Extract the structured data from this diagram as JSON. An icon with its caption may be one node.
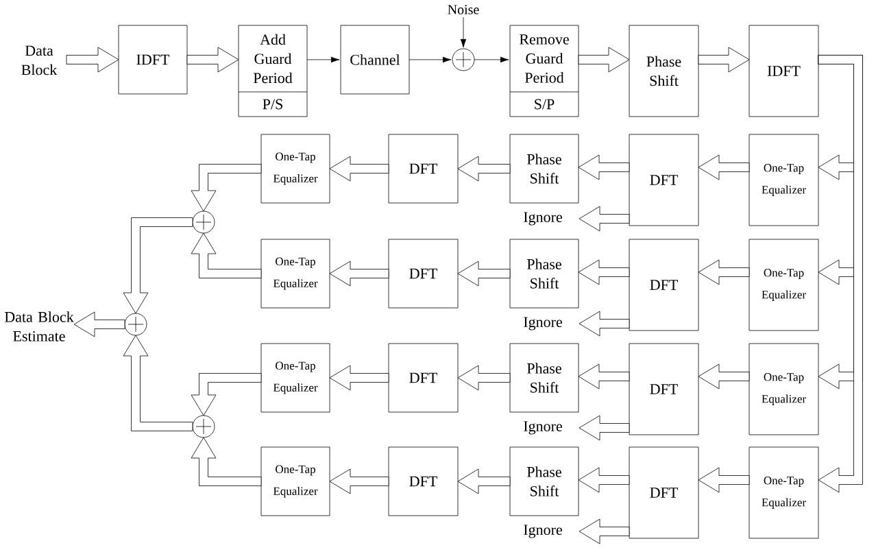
{
  "diagram": {
    "nodes": [
      {
        "text": [
          "Data Block"
        ]
      },
      {
        "text": [
          "IDFT"
        ]
      },
      {
        "text": [
          "Add Guard Period",
          "P/S"
        ]
      },
      {
        "text": [
          "Channel"
        ]
      },
      {
        "text": [],
        "shape": "circle"
      },
      {
        "text": [
          "Noise"
        ]
      },
      {
        "text": [
          "Remove Guard Period",
          "S/P"
        ]
      },
      {
        "text": [
          "Phase Shift"
        ]
      },
      {
        "text": [
          "IDFT"
        ]
      },
      {
        "text": [
          "One-Tap Equalizer"
        ]
      },
      {
        "text": [
          "DFT"
        ]
      },
      {
        "text": [
          "Phase Shift"
        ]
      },
      {
        "text": [
          "Ignore"
        ]
      },
      {
        "text": [
          "DFT"
        ]
      },
      {
        "text": [
          "One-Tap Equalizer"
        ]
      },
      {
        "text": [
          "One-Tap Equalizer"
        ]
      },
      {
        "text": [
          "DFT"
        ]
      },
      {
        "text": [
          "Phase Shift"
        ]
      },
      {
        "text": [
          "Ignore"
        ]
      },
      {
        "text": [
          "DFT"
        ]
      },
      {
        "text": [
          "One-Tap Equalizer"
        ]
      },
      {
        "text": [
          "One-Tap Equalizer"
        ]
      },
      {
        "text": [
          "DFT"
        ]
      },
      {
        "text": [
          "Phase Shift"
        ]
      },
      {
        "text": [
          "Ignore"
        ]
      },
      {
        "text": [
          "DFT"
        ]
      },
      {
        "text": [
          "One-Tap Equalizer"
        ]
      },
      {
        "text": [
          "One-Tap Equalizer"
        ]
      },
      {
        "text": [
          "DFT"
        ]
      },
      {
        "text": [
          "Phase Shift"
        ]
      },
      {
        "text": [
          "Ignore"
        ]
      },
      {
        "text": [
          "DFT"
        ]
      },
      {
        "text": [
          "One-Tap Equalizer"
        ]
      },
      {
        "text": [],
        "shape": "circle"
      },
      {
        "text": [],
        "shape": "circle"
      },
      {
        "text": [],
        "shape": "circle"
      },
      {
        "text": [
          "Data Block Estimate"
        ]
      }
    ],
    "edges": [
      {
        "from": 0,
        "to": 1,
        "arrow": "to",
        "style": "thick"
      },
      {
        "from": 1,
        "to": 2,
        "arrow": "to",
        "style": "thick"
      },
      {
        "from": 2,
        "to": 3,
        "arrow": "to"
      },
      {
        "from": 3,
        "to": 4,
        "arrow": "to"
      },
      {
        "from": 5,
        "to": 4,
        "arrow": "to"
      },
      {
        "from": 4,
        "to": 6,
        "arrow": "to"
      },
      {
        "from": 6,
        "to": 7,
        "arrow": "to",
        "style": "thick"
      },
      {
        "from": 7,
        "to": 8,
        "arrow": "to",
        "style": "thick"
      },
      {
        "from": 8,
        "to": 9,
        "arrow": "to",
        "style": "thick"
      },
      {
        "from": 9,
        "to": 10,
        "arrow": "to",
        "style": "thick"
      },
      {
        "from": 10,
        "to": 11,
        "arrow": "to",
        "style": "thick"
      },
      {
        "from": 10,
        "to": 12,
        "arrow": "to",
        "style": "thick"
      },
      {
        "from": 11,
        "to": 13,
        "arrow": "to",
        "style": "thick"
      },
      {
        "from": 13,
        "to": 14,
        "arrow": "to",
        "style": "thick"
      },
      {
        "from": 14,
        "to": 33,
        "arrow": "to",
        "style": "thick"
      },
      {
        "from": 8,
        "to": 15,
        "arrow": "to",
        "style": "thick"
      },
      {
        "from": 15,
        "to": 16,
        "arrow": "to",
        "style": "thick"
      },
      {
        "from": 16,
        "to": 17,
        "arrow": "to",
        "style": "thick"
      },
      {
        "from": 16,
        "to": 18,
        "arrow": "to",
        "style": "thick"
      },
      {
        "from": 17,
        "to": 19,
        "arrow": "to",
        "style": "thick"
      },
      {
        "from": 19,
        "to": 20,
        "arrow": "to",
        "style": "thick"
      },
      {
        "from": 20,
        "to": 33,
        "arrow": "to",
        "style": "thick"
      },
      {
        "from": 8,
        "to": 21,
        "arrow": "to",
        "style": "thick"
      },
      {
        "from": 21,
        "to": 22,
        "arrow": "to",
        "style": "thick"
      },
      {
        "from": 22,
        "to": 23,
        "arrow": "to",
        "style": "thick"
      },
      {
        "from": 22,
        "to": 24,
        "arrow": "to",
        "style": "thick"
      },
      {
        "from": 23,
        "to": 25,
        "arrow": "to",
        "style": "thick"
      },
      {
        "from": 25,
        "to": 26,
        "arrow": "to",
        "style": "thick"
      },
      {
        "from": 26,
        "to": 34,
        "arrow": "to",
        "style": "thick"
      },
      {
        "from": 8,
        "to": 27,
        "arrow": "to",
        "style": "thick"
      },
      {
        "from": 27,
        "to": 28,
        "arrow": "to",
        "style": "thick"
      },
      {
        "from": 28,
        "to": 29,
        "arrow": "to",
        "style": "thick"
      },
      {
        "from": 28,
        "to": 30,
        "arrow": "to",
        "style": "thick"
      },
      {
        "from": 29,
        "to": 31,
        "arrow": "to",
        "style": "thick"
      },
      {
        "from": 31,
        "to": 32,
        "arrow": "to",
        "style": "thick"
      },
      {
        "from": 32,
        "to": 34,
        "arrow": "to",
        "style": "thick"
      },
      {
        "from": 33,
        "to": 35,
        "arrow": "to",
        "style": "thick"
      },
      {
        "from": 34,
        "to": 35,
        "arrow": "to",
        "style": "thick"
      },
      {
        "from": 35,
        "to": 36,
        "arrow": "to",
        "style": "thick"
      }
    ]
  }
}
